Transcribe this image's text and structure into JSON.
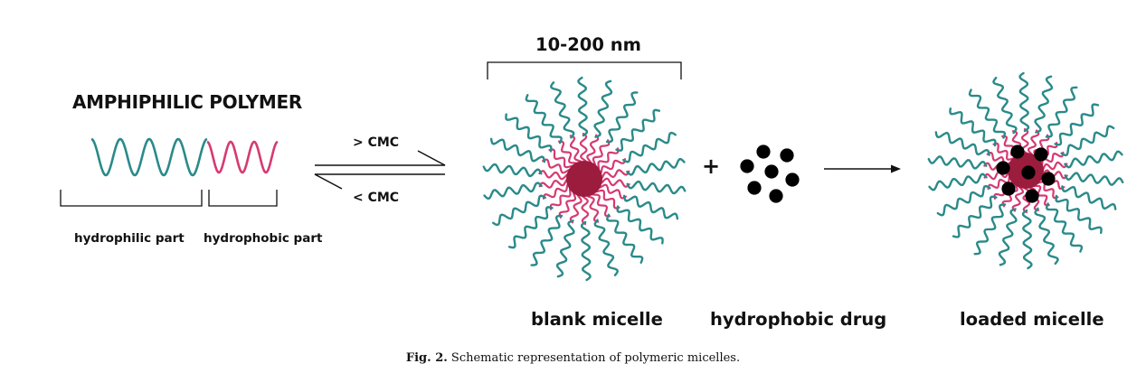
{
  "title": "AMPHIPHILIC POLYMER",
  "labels": {
    "hydrophilic": "hydrophilic part",
    "hydrophobic": "hydrophobic part",
    "above_cmc": "> CMC",
    "below_cmc": "< CMC",
    "size": "10-200 nm",
    "plus": "+",
    "blank_micelle": "blank micelle",
    "hydrophobic_drug": "hydrophobic drug",
    "loaded_micelle": "loaded micelle"
  },
  "caption": {
    "prefix": "Fig. 2.",
    "text": "Schematic representation of polymeric micelles."
  },
  "colors": {
    "hydrophilic": "#2a8a8a",
    "hydrophobic": "#d63a72",
    "core": "#9b1c3c",
    "drug": "#000000"
  }
}
